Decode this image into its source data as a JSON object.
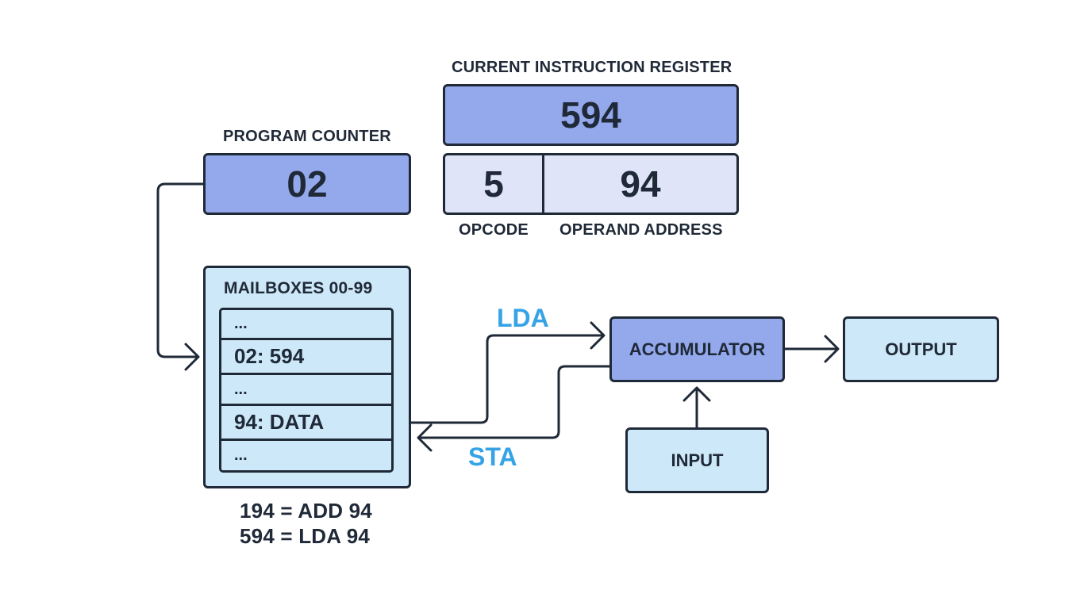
{
  "cir": {
    "title": "CURRENT INSTRUCTION REGISTER",
    "value": "594",
    "opcode_value": "5",
    "operand_value": "94",
    "opcode_label": "OPCODE",
    "operand_label": "OPERAND ADDRESS"
  },
  "program_counter": {
    "title": "PROGRAM COUNTER",
    "value": "02"
  },
  "memory": {
    "title": "MAILBOXES 00-99",
    "rows": [
      "...",
      "02: 594",
      "...",
      "94: DATA",
      "..."
    ]
  },
  "flows": {
    "load_label": "LDA",
    "store_label": "STA"
  },
  "accumulator": {
    "label": "ACCUMULATOR"
  },
  "output": {
    "label": "OUTPUT"
  },
  "input": {
    "label": "INPUT"
  },
  "notes": [
    "194 = ADD 94",
    "594 = LDA 94"
  ],
  "colors": {
    "register_fill": "#94a8ec",
    "register_light": "#dfe4f8",
    "memory_fill": "#cde8f8",
    "stroke": "#1f2937",
    "operation_text": "#36a3e6"
  }
}
